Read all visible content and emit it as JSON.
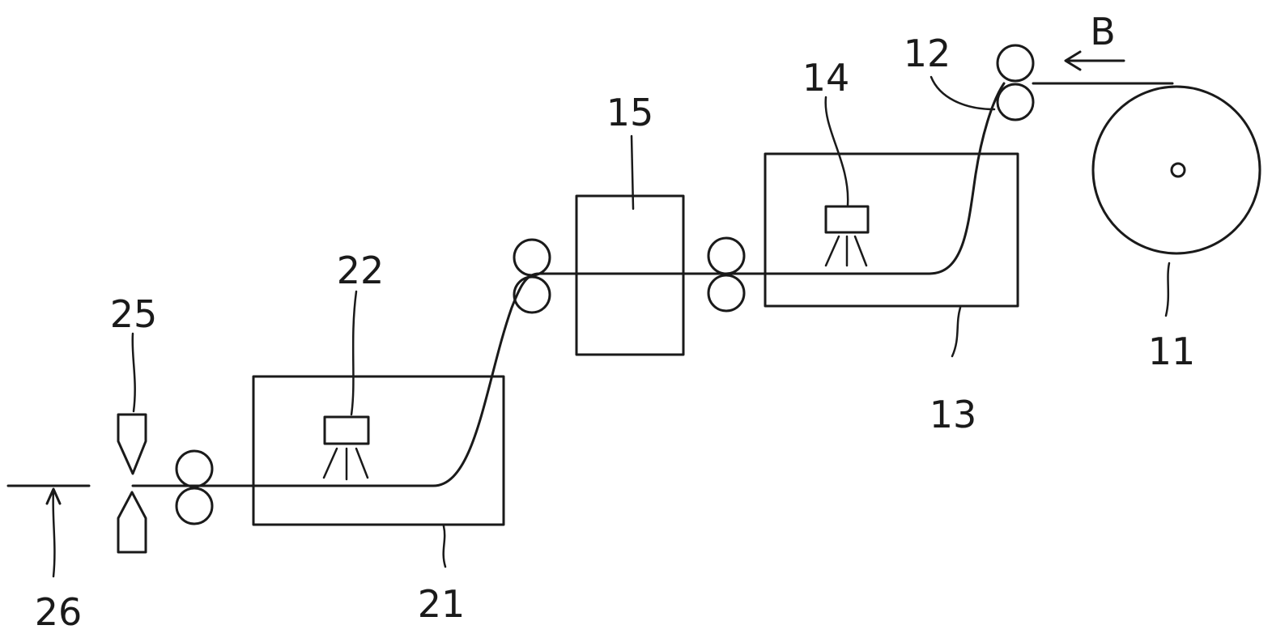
{
  "labels": {
    "supply_roll": "11",
    "feed_rollers": "12",
    "first_tank": "13",
    "first_nozzle": "14",
    "middle_unit": "15",
    "second_tank": "21",
    "second_nozzle": "22",
    "cutter": "25",
    "output": "26",
    "direction": "B"
  }
}
